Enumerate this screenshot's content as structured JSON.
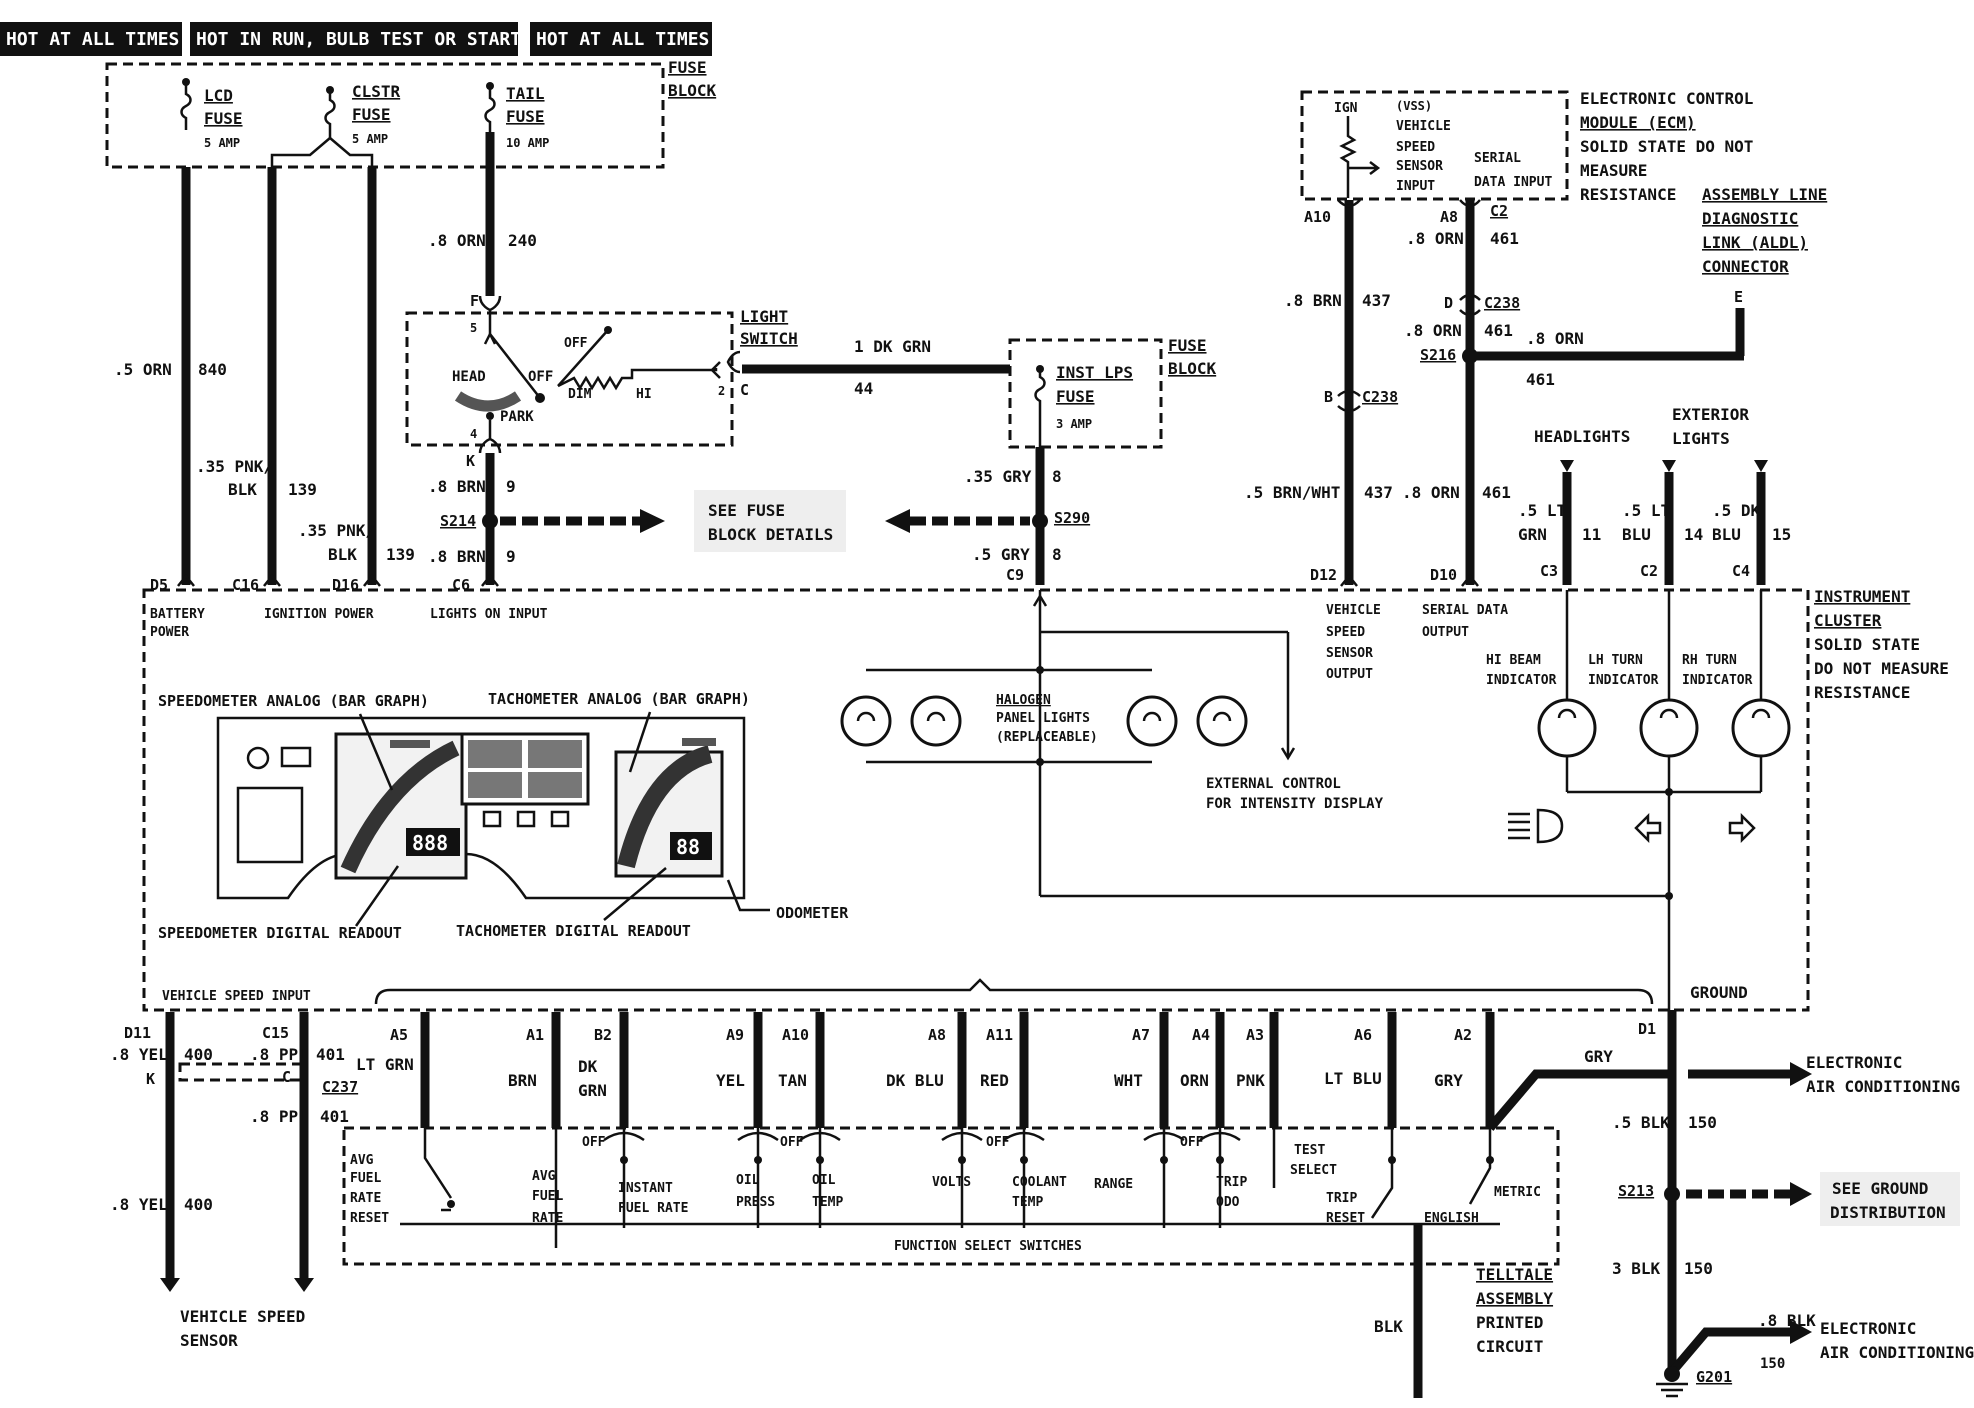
{
  "power_headers": {
    "left": "HOT AT ALL TIMES",
    "middle": "HOT IN RUN, BULB TEST OR START",
    "right": "HOT AT ALL TIMES"
  },
  "fuse_block_top": {
    "label": [
      "FUSE",
      "BLOCK"
    ],
    "fuses": [
      {
        "name": [
          "LCD",
          "FUSE"
        ],
        "rating": "5 AMP"
      },
      {
        "name": [
          "CLSTR",
          "FUSE"
        ],
        "rating": "5 AMP"
      },
      {
        "name": [
          "TAIL",
          "FUSE"
        ],
        "rating": "10 AMP"
      }
    ]
  },
  "ecm": {
    "title": [
      "ELECTRONIC CONTROL",
      "MODULE (ECM)",
      "SOLID STATE DO NOT",
      "MEASURE",
      "RESISTANCE"
    ],
    "ign": "IGN",
    "vss": [
      "(VSS)",
      "VEHICLE",
      "SPEED",
      "SENSOR",
      "INPUT"
    ],
    "serial": [
      "SERIAL",
      "DATA INPUT"
    ]
  },
  "aldl": {
    "label": [
      "ASSEMBLY LINE",
      "DIAGNOSTIC",
      "LINK (ALDL)",
      "CONNECTOR"
    ],
    "pin": "E"
  },
  "light_switch": {
    "label": [
      "LIGHT",
      "SWITCH"
    ],
    "head": "HEAD",
    "off": "OFF",
    "park": "PARK",
    "dim": "DIM",
    "hi": "HI",
    "off2": "OFF",
    "pin5": "5",
    "pin4": "4",
    "pin2": "2",
    "pinC": "C",
    "pinF": "F",
    "pinK": "K"
  },
  "inst_fuse": {
    "name": [
      "INST LPS",
      "FUSE"
    ],
    "rating": "3 AMP",
    "block": [
      "FUSE",
      "BLOCK"
    ]
  },
  "wire_labels": {
    "orn_240": ".8 ORN",
    "c240": "240",
    "orn_840": ".5 ORN",
    "c840": "840",
    "pnk_blk_1": [
      ".35 PNK/",
      "BLK"
    ],
    "c139_1": "139",
    "pnk_blk_2": [
      ".35 PNK/",
      "BLK"
    ],
    "c139_2": "139",
    "brn_9a": ".8 BRN",
    "c9a": "9",
    "brn_9b": ".8 BRN",
    "c9b": "9",
    "dk_grn": "1 DK GRN",
    "c44": "44",
    "gry_8a": ".35 GRY",
    "c8a": "8",
    "gry_8b": ".5 GRY",
    "c8b": "8",
    "brn_437": ".8 BRN",
    "c437": "437",
    "brn_wht": ".5 BRN/WHT",
    "c437b": "437",
    "orn_461a": ".8 ORN",
    "c461a": "461",
    "orn_461b": ".8 ORN",
    "c461b": "461",
    "orn_461c": ".8 ORN",
    "c461c": "461",
    "orn_461d": ".8 ORN",
    "c461d": "461",
    "lt_grn": [
      ".5 LT",
      "GRN"
    ],
    "c11": "11",
    "lt_blu": [
      ".5 LT",
      "BLU"
    ],
    "c14": "14",
    "dk_blu": [
      ".5 DK",
      "BLU"
    ],
    "c15": "15",
    "yel_400a": ".8 YEL",
    "c400a": "400",
    "ppl_401a": ".8 PPL",
    "c401a": "401",
    "ppl_401b": ".8 PPL",
    "c401b": "401",
    "yel_400b": ".8 YEL",
    "c400b": "400",
    "blk_150a": ".5 BLK",
    "c150a": "150",
    "blk_150b": "3 BLK",
    "c150b": "150",
    "blk_150c": ".8 BLK",
    "c150c": "150",
    "gry": "GRY",
    "blk": "BLK"
  },
  "connectors": {
    "a10": "A10",
    "a8": "A8",
    "c2_top": "C2",
    "d_c238": "D",
    "c238_top": "C238",
    "b_c238": "B",
    "c238_bot": "C238",
    "s216": "S216",
    "s214": "S214",
    "s290": "S290",
    "s213": "S213",
    "g201": "G201",
    "c237": "C237",
    "k_bot": "K",
    "c_bot": "C",
    "d1": "D1"
  },
  "see_fuse": [
    "SEE FUSE",
    "BLOCK DETAILS"
  ],
  "see_ground": [
    "SEE GROUND",
    "DISTRIBUTION"
  ],
  "lamps_headers": {
    "headlights": "HEADLIGHTS",
    "exterior": [
      "EXTERIOR",
      "LIGHTS"
    ]
  },
  "cluster_pins_top": [
    {
      "pin": "D5",
      "label": [
        "BATTERY",
        "POWER"
      ]
    },
    {
      "pin": "C16",
      "label": [
        "IGNITION POWER"
      ]
    },
    {
      "pin": "D16",
      "label": []
    },
    {
      "pin": "C6",
      "label": [
        "LIGHTS ON INPUT"
      ]
    },
    {
      "pin": "C9",
      "label": []
    },
    {
      "pin": "D12",
      "label": [
        "VEHICLE",
        "SPEED",
        "SENSOR",
        "OUTPUT"
      ]
    },
    {
      "pin": "D10",
      "label": [
        "SERIAL DATA",
        "OUTPUT"
      ]
    },
    {
      "pin": "C3",
      "label": []
    },
    {
      "pin": "C2",
      "label": []
    },
    {
      "pin": "C4",
      "label": []
    }
  ],
  "instrument_cluster": {
    "title": [
      "INSTRUMENT",
      "CLUSTER",
      "SOLID STATE",
      "DO NOT MEASURE",
      "RESISTANCE"
    ],
    "speedo_bar": "SPEEDOMETER ANALOG (BAR GRAPH)",
    "tach_bar": "TACHOMETER ANALOG (BAR GRAPH)",
    "speedo_digital": "SPEEDOMETER DIGITAL READOUT",
    "tach_digital": "TACHOMETER DIGITAL READOUT",
    "odometer": "ODOMETER",
    "speed_readout": "888",
    "tach_readout": "88",
    "halogen": [
      "HALOGEN",
      "PANEL LIGHTS",
      "(REPLACEABLE)"
    ],
    "external_control": [
      "EXTERNAL CONTROL",
      "FOR INTENSITY DISPLAY"
    ],
    "hi_beam": [
      "HI BEAM",
      "INDICATOR"
    ],
    "lh_turn": [
      "LH TURN",
      "INDICATOR"
    ],
    "rh_turn": [
      "RH TURN",
      "INDICATOR"
    ],
    "ground": "GROUND",
    "vehicle_speed_input": "VEHICLE SPEED INPUT"
  },
  "bottom_pins": [
    {
      "pin": "D11"
    },
    {
      "pin": "C15"
    },
    {
      "pin": "A5",
      "color": "LT GRN"
    },
    {
      "pin": "A1",
      "color": "BRN"
    },
    {
      "pin": "B2",
      "color": [
        "DK",
        "GRN"
      ]
    },
    {
      "pin": "A9",
      "color": "YEL"
    },
    {
      "pin": "A10",
      "color": "TAN"
    },
    {
      "pin": "A8",
      "color": "DK BLU"
    },
    {
      "pin": "A11",
      "color": "RED"
    },
    {
      "pin": "A7",
      "color": "WHT"
    },
    {
      "pin": "A4",
      "color": "ORN"
    },
    {
      "pin": "A3",
      "color": "PNK"
    },
    {
      "pin": "A6",
      "color": "LT BLU"
    },
    {
      "pin": "A2",
      "color": "GRY"
    }
  ],
  "switches": {
    "avg_fuel_reset": [
      "AVG",
      "FUEL",
      "RATE",
      "RESET"
    ],
    "avg_fuel_rate": [
      "AVG",
      "FUEL",
      "RATE"
    ],
    "instant": [
      "INSTANT",
      "FUEL RATE"
    ],
    "oil_press": [
      "OIL",
      "PRESS"
    ],
    "oil_temp": [
      "OIL",
      "TEMP"
    ],
    "volts": "VOLTS",
    "coolant": [
      "COOLANT",
      "TEMP"
    ],
    "range": "RANGE",
    "trip_odo": [
      "TRIP",
      "ODO"
    ],
    "test_select": [
      "TEST",
      "SELECT"
    ],
    "trip_reset": [
      "TRIP",
      "RESET"
    ],
    "metric": "METRIC",
    "english": "ENGLISH",
    "off": "OFF",
    "title": "FUNCTION SELECT SWITCHES"
  },
  "bottom_labels": {
    "vss": [
      "VEHICLE SPEED",
      "SENSOR"
    ],
    "telltale": [
      "TELLTALE",
      "ASSEMBLY",
      "PRINTED",
      "CIRCUIT"
    ],
    "eac1": [
      "ELECTRONIC",
      "AIR CONDITIONING"
    ],
    "eac2": [
      "ELECTRONIC",
      "AIR CONDITIONING"
    ]
  }
}
